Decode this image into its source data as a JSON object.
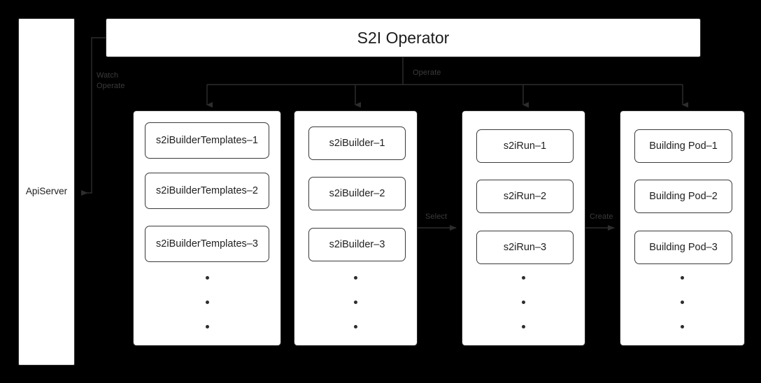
{
  "diagram": {
    "title": "S2I Operator",
    "background_color": "#000000",
    "surface_color": "#ffffff",
    "stroke_color": "#2b2b2b",
    "label_color": "#3b3b3b",
    "apiserver": {
      "label": "ApiServer"
    },
    "operator": {
      "label": "S2I Operator"
    },
    "edges": [
      {
        "name": "watch-operate",
        "label": "Watch\nOperate",
        "from": "S2I Operator",
        "to": "ApiServer",
        "direction": "left"
      },
      {
        "name": "operate",
        "label": "Operate",
        "from": "S2I Operator",
        "to": "resource groups",
        "direction": "down"
      },
      {
        "name": "select",
        "label": "Select",
        "from": "s2iBuilder",
        "to": "s2iRun",
        "direction": "right"
      },
      {
        "name": "create",
        "label": "Create",
        "from": "s2iRun",
        "to": "Building Pod",
        "direction": "right"
      }
    ],
    "groups": [
      {
        "name": "s2ibuildertemplates-group",
        "items": [
          {
            "label": "s2iBuilderTemplates–1"
          },
          {
            "label": "s2iBuilderTemplates–2"
          },
          {
            "label": "s2iBuilderTemplates–3"
          }
        ],
        "ellipsis": [
          "•",
          "•",
          "•"
        ]
      },
      {
        "name": "s2ibuilder-group",
        "items": [
          {
            "label": "s2iBuilder–1"
          },
          {
            "label": "s2iBuilder–2"
          },
          {
            "label": "s2iBuilder–3"
          }
        ],
        "ellipsis": [
          "•",
          "•",
          "•"
        ]
      },
      {
        "name": "s2irun-group",
        "items": [
          {
            "label": "s2iRun–1"
          },
          {
            "label": "s2iRun–2"
          },
          {
            "label": "s2iRun–3"
          }
        ],
        "ellipsis": [
          "•",
          "•",
          "•"
        ]
      },
      {
        "name": "building-pod-group",
        "items": [
          {
            "label": "Building Pod–1"
          },
          {
            "label": "Building Pod–2"
          },
          {
            "label": "Building Pod–3"
          }
        ],
        "ellipsis": [
          "•",
          "•",
          "•"
        ]
      }
    ]
  }
}
